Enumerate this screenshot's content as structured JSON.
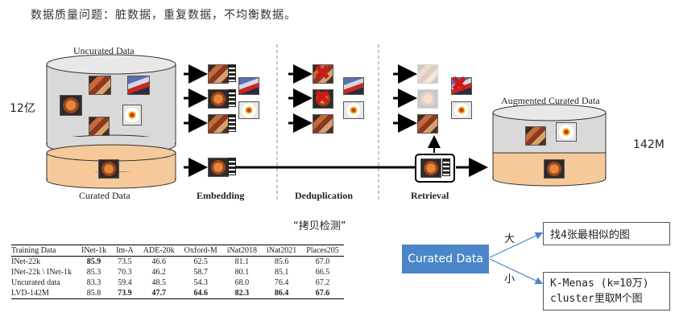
{
  "heading": "数据质量问题：脏数据，重复数据，不均衡数据。",
  "diagram": {
    "uncurated_label": "Uncurated Data",
    "curated_label": "Curated Data",
    "augmented_label": "Augmented Curated Data",
    "count_left": "12亿",
    "count_right": "142M",
    "stages": [
      "Embedding",
      "Deduplication",
      "Retrieval"
    ],
    "annotation": "“拷贝检测”"
  },
  "table": {
    "headers": [
      "Training Data",
      "INet-1k",
      "Im-A",
      "ADE-20k",
      "Oxford-M",
      "iNat2018",
      "iNat2021",
      "Places205"
    ],
    "rows": [
      [
        "INet-22k",
        "85.9",
        "73.5",
        "46.6",
        "62.5",
        "81.1",
        "85.6",
        "67.0"
      ],
      [
        "INet-22k \\ INet-1k",
        "85.3",
        "70.3",
        "46.2",
        "58.7",
        "80.1",
        "85.1",
        "66.5"
      ],
      [
        "Uncurated data",
        "83.3",
        "59.4",
        "48.5",
        "54.3",
        "68.0",
        "76.4",
        "67.2"
      ],
      [
        "LVD-142M",
        "85.8",
        "73.9",
        "47.7",
        "64.6",
        "82.3",
        "86.4",
        "67.6"
      ]
    ],
    "bold": [
      [
        0,
        1
      ],
      [
        3,
        2
      ],
      [
        3,
        3
      ],
      [
        3,
        4
      ],
      [
        3,
        5
      ],
      [
        3,
        6
      ],
      [
        3,
        7
      ]
    ]
  },
  "notes": {
    "source_box": "Curated Data",
    "branch_big": "大",
    "branch_small": "小",
    "result_top": "找4张最相似的图",
    "result_bottom_line1": "K-Menas (k=10万)",
    "result_bottom_line2": "cluster里取M个图"
  },
  "colors": {
    "curated_fill": "#f6c99a",
    "cylinder_gray": "#d9d9d9",
    "note_blue": "#4a86c8",
    "arrow_blue": "#4a86c8"
  }
}
